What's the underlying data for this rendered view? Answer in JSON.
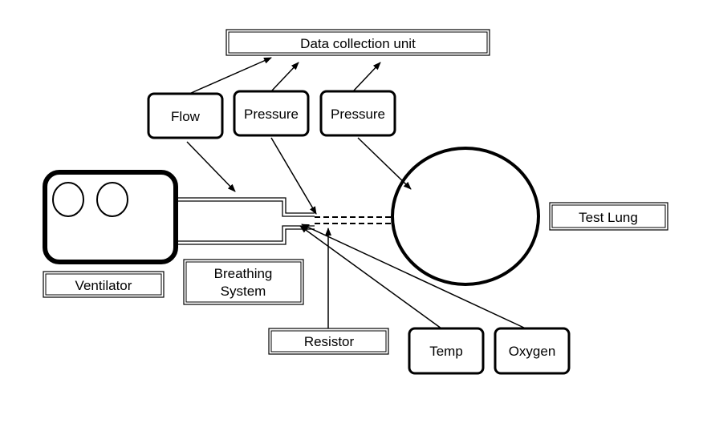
{
  "labels": {
    "data_collection_unit": "Data collection unit",
    "flow": "Flow",
    "pressure_1": "Pressure",
    "pressure_2": "Pressure",
    "test_lung": "Test Lung",
    "ventilator": "Ventilator",
    "breathing_system_line1": "Breathing",
    "breathing_system_line2": "System",
    "resistor": "Resistor",
    "temp": "Temp",
    "oxygen": "Oxygen"
  }
}
